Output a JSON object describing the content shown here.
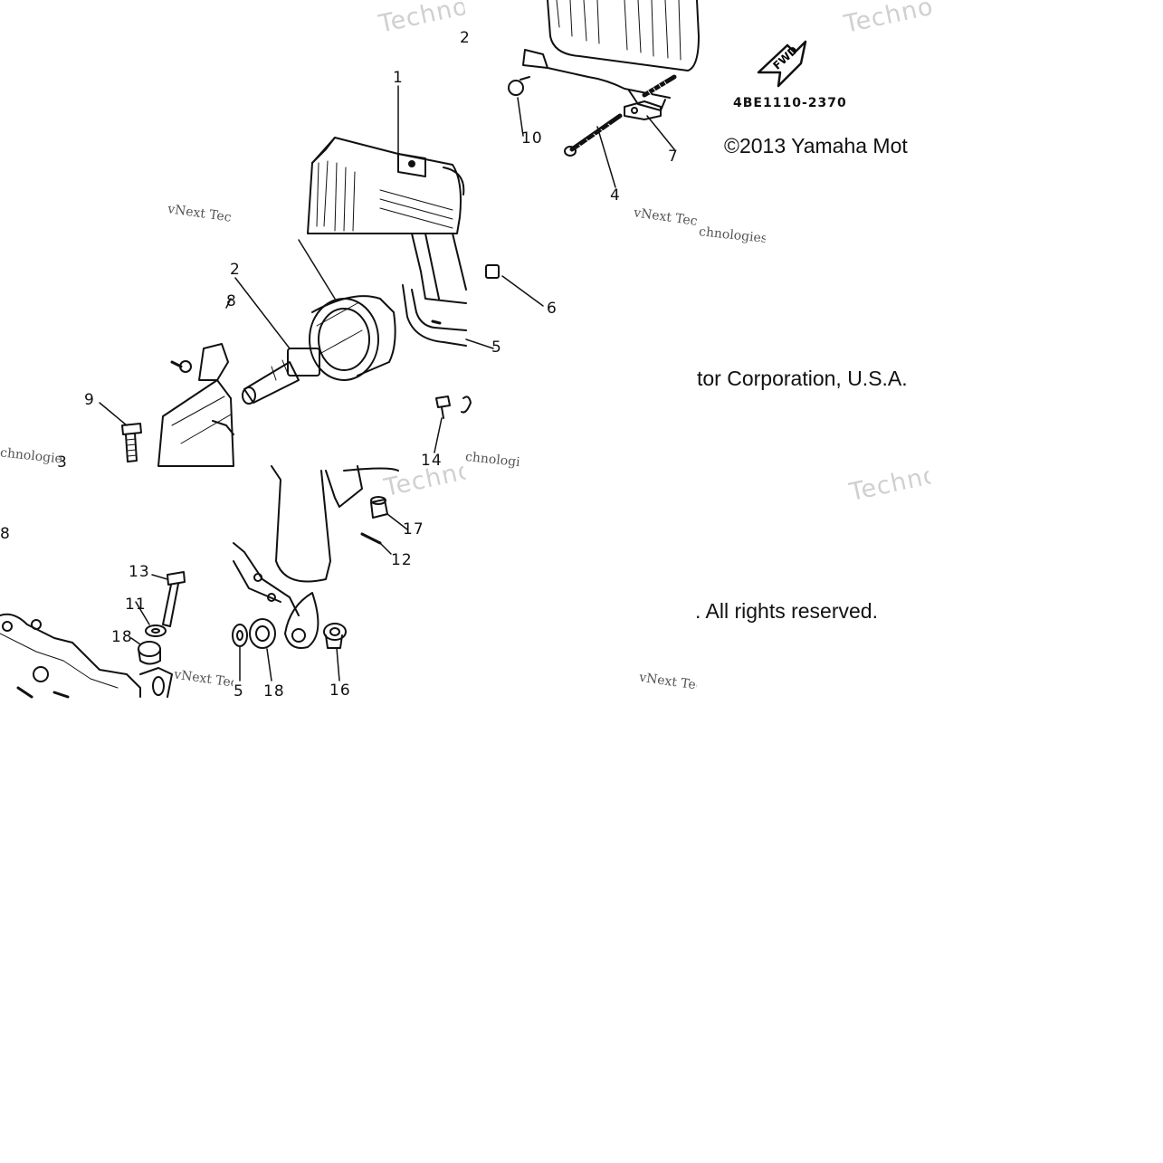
{
  "diagram_id": "4BE1110-2370",
  "fwd_label": "FWD",
  "copyright_lines": [
    "©2013 Yamaha Mot",
    "tor Corporation, U.S.A.",
    ". All rights reserved."
  ],
  "watermarks": {
    "techno": "Techno",
    "vnext": "vNext Tec",
    "technologies": "chnologies"
  },
  "callouts": [
    {
      "id": "1",
      "label": "1"
    },
    {
      "id": "2a",
      "label": "2"
    },
    {
      "id": "2b",
      "label": "2"
    },
    {
      "id": "3",
      "label": "3"
    },
    {
      "id": "4",
      "label": "4"
    },
    {
      "id": "5a",
      "label": "5"
    },
    {
      "id": "5b",
      "label": "5"
    },
    {
      "id": "6",
      "label": "6"
    },
    {
      "id": "7",
      "label": "7"
    },
    {
      "id": "8a",
      "label": "8"
    },
    {
      "id": "8b",
      "label": "8"
    },
    {
      "id": "9",
      "label": "9"
    },
    {
      "id": "10",
      "label": "10"
    },
    {
      "id": "11",
      "label": "11"
    },
    {
      "id": "12",
      "label": "12"
    },
    {
      "id": "13",
      "label": "13"
    },
    {
      "id": "14",
      "label": "14"
    },
    {
      "id": "16",
      "label": "16"
    },
    {
      "id": "17",
      "label": "17"
    },
    {
      "id": "18a",
      "label": "18"
    },
    {
      "id": "18b",
      "label": "18"
    }
  ]
}
